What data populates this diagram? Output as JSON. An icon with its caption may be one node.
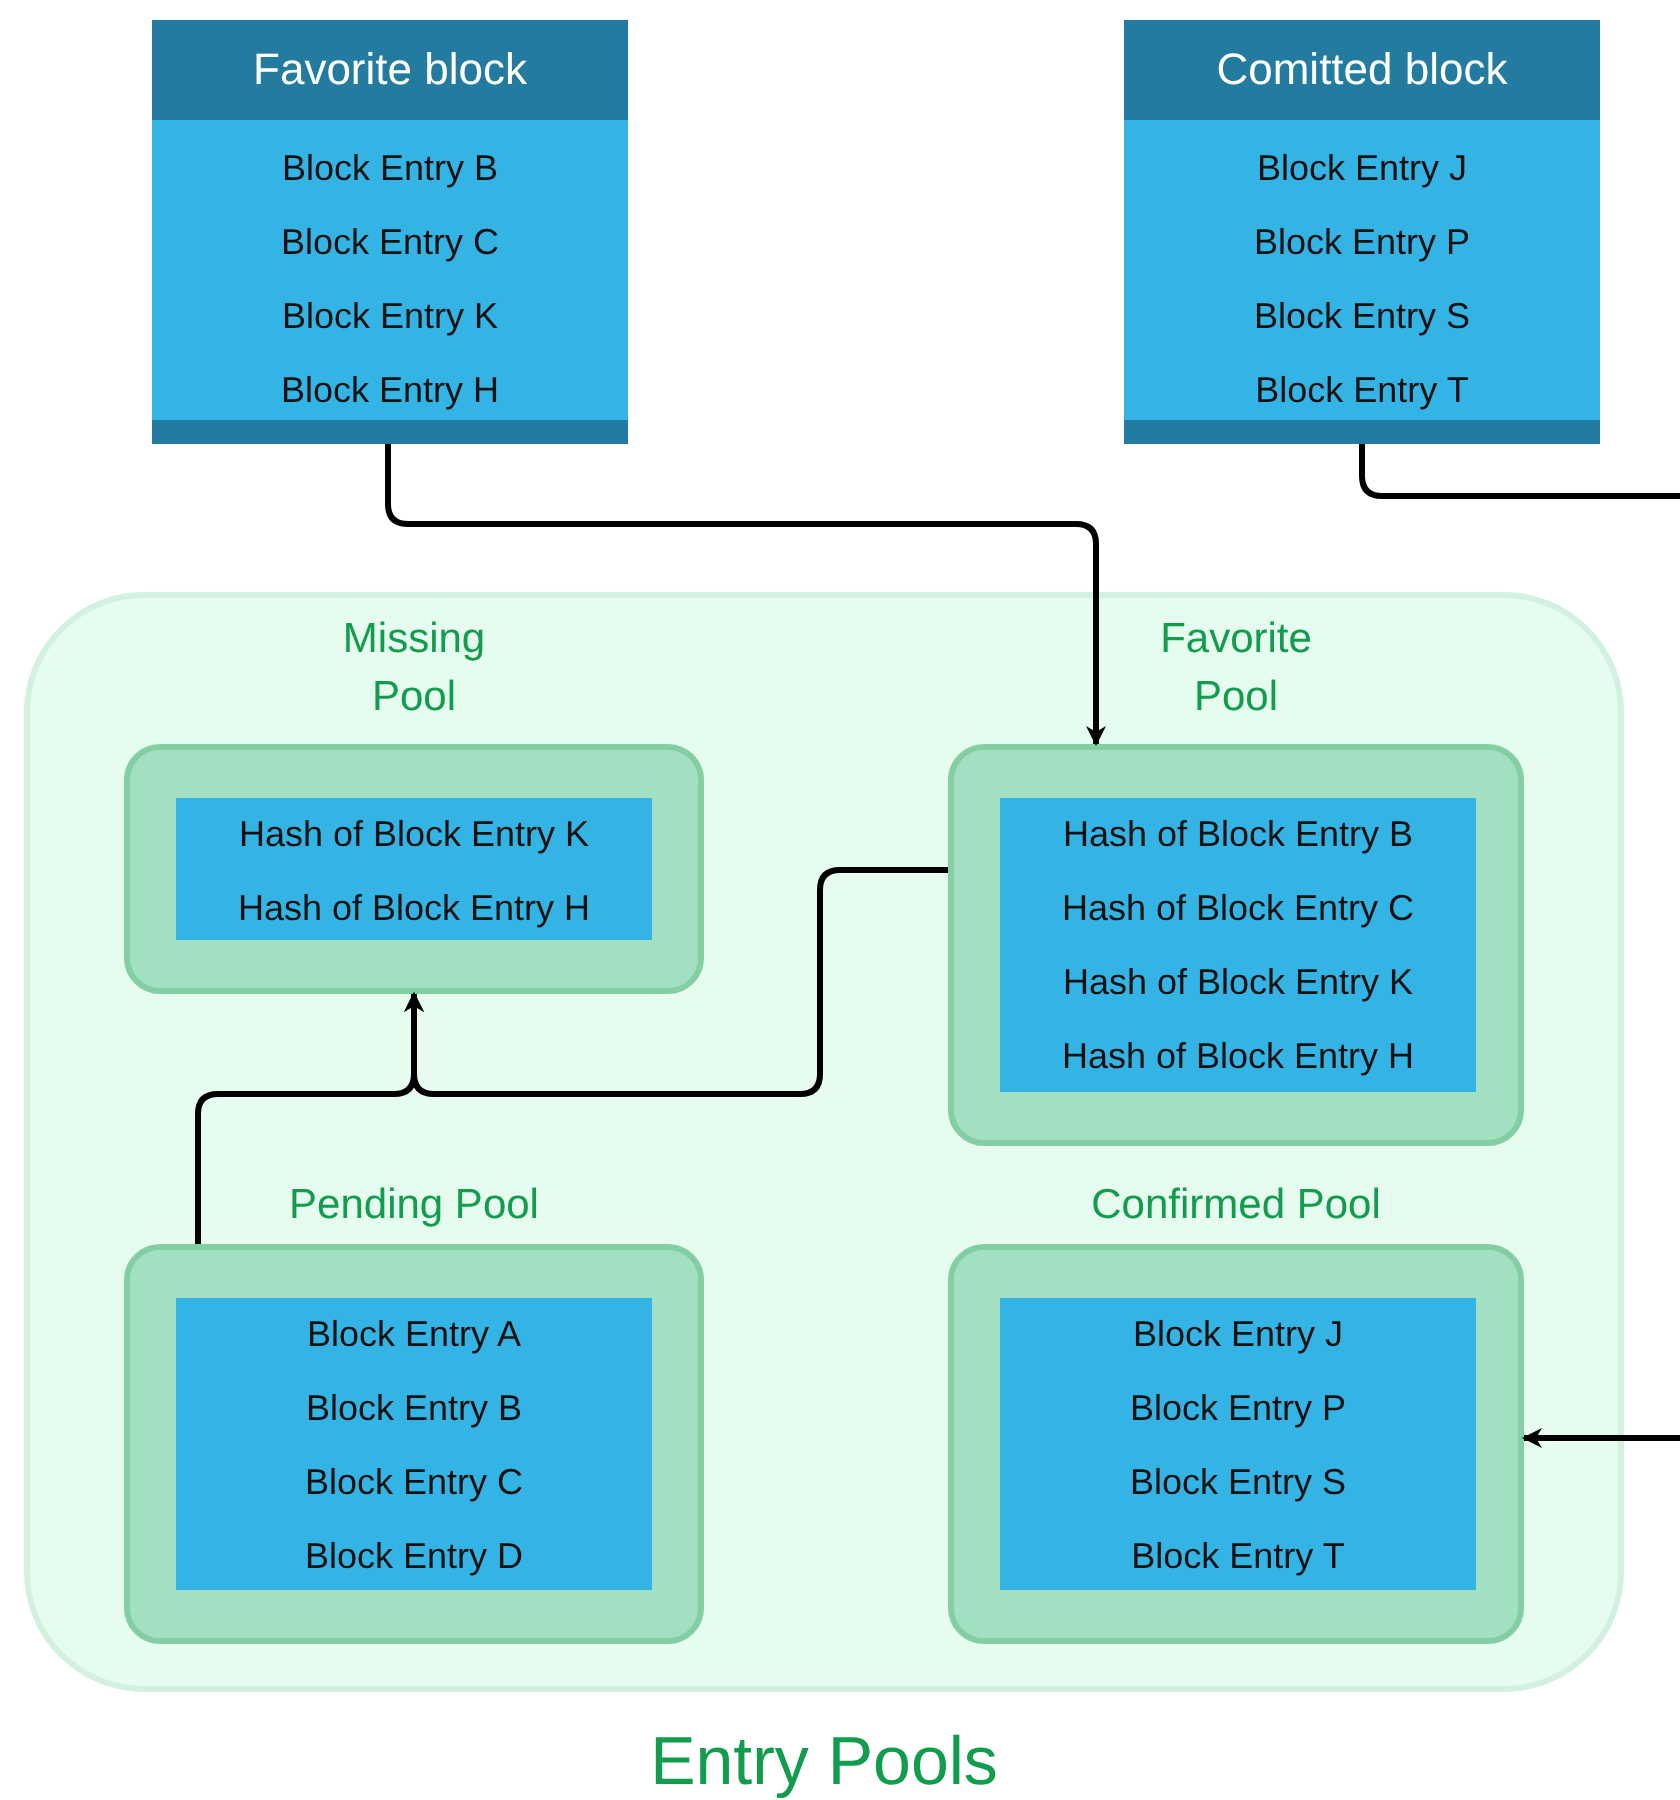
{
  "diagram": {
    "nodes": [
      {
        "text": [
          "Favorite block",
          "Block Entry B",
          "Block Entry C",
          "Block Entry K",
          "Block Entry H"
        ]
      },
      {
        "text": [
          "Comitted block",
          "Block Entry J",
          "Block Entry P",
          "Block Entry S",
          "Block Entry T"
        ]
      },
      {
        "text": [
          "Entry Pools"
        ]
      },
      {
        "text": [
          "Missing Pool",
          "Hash of Block Entry K",
          "Hash of Block Entry H"
        ],
        "in": 2
      },
      {
        "text": [
          "Favorite Pool",
          "Hash of Block Entry B",
          "Hash of Block Entry C",
          "Hash of Block Entry K",
          "Hash of Block Entry H"
        ],
        "in": 2
      },
      {
        "text": [
          "Pending Pool",
          "Block Entry A",
          "Block Entry B",
          "Block Entry C",
          "Block Entry D"
        ],
        "in": 2
      },
      {
        "text": [
          "Confirmed Pool",
          "Block Entry J",
          "Block Entry P",
          "Block Entry S",
          "Block Entry T"
        ],
        "in": 2
      }
    ],
    "edges": [
      {
        "from": 0,
        "to": 4,
        "arrow": "to"
      },
      {
        "from": 1,
        "to": 6,
        "arrow": "to"
      },
      {
        "from": 4,
        "to": 3,
        "arrow": "to"
      },
      {
        "from": 5,
        "to": 3,
        "arrow": "to"
      }
    ]
  }
}
